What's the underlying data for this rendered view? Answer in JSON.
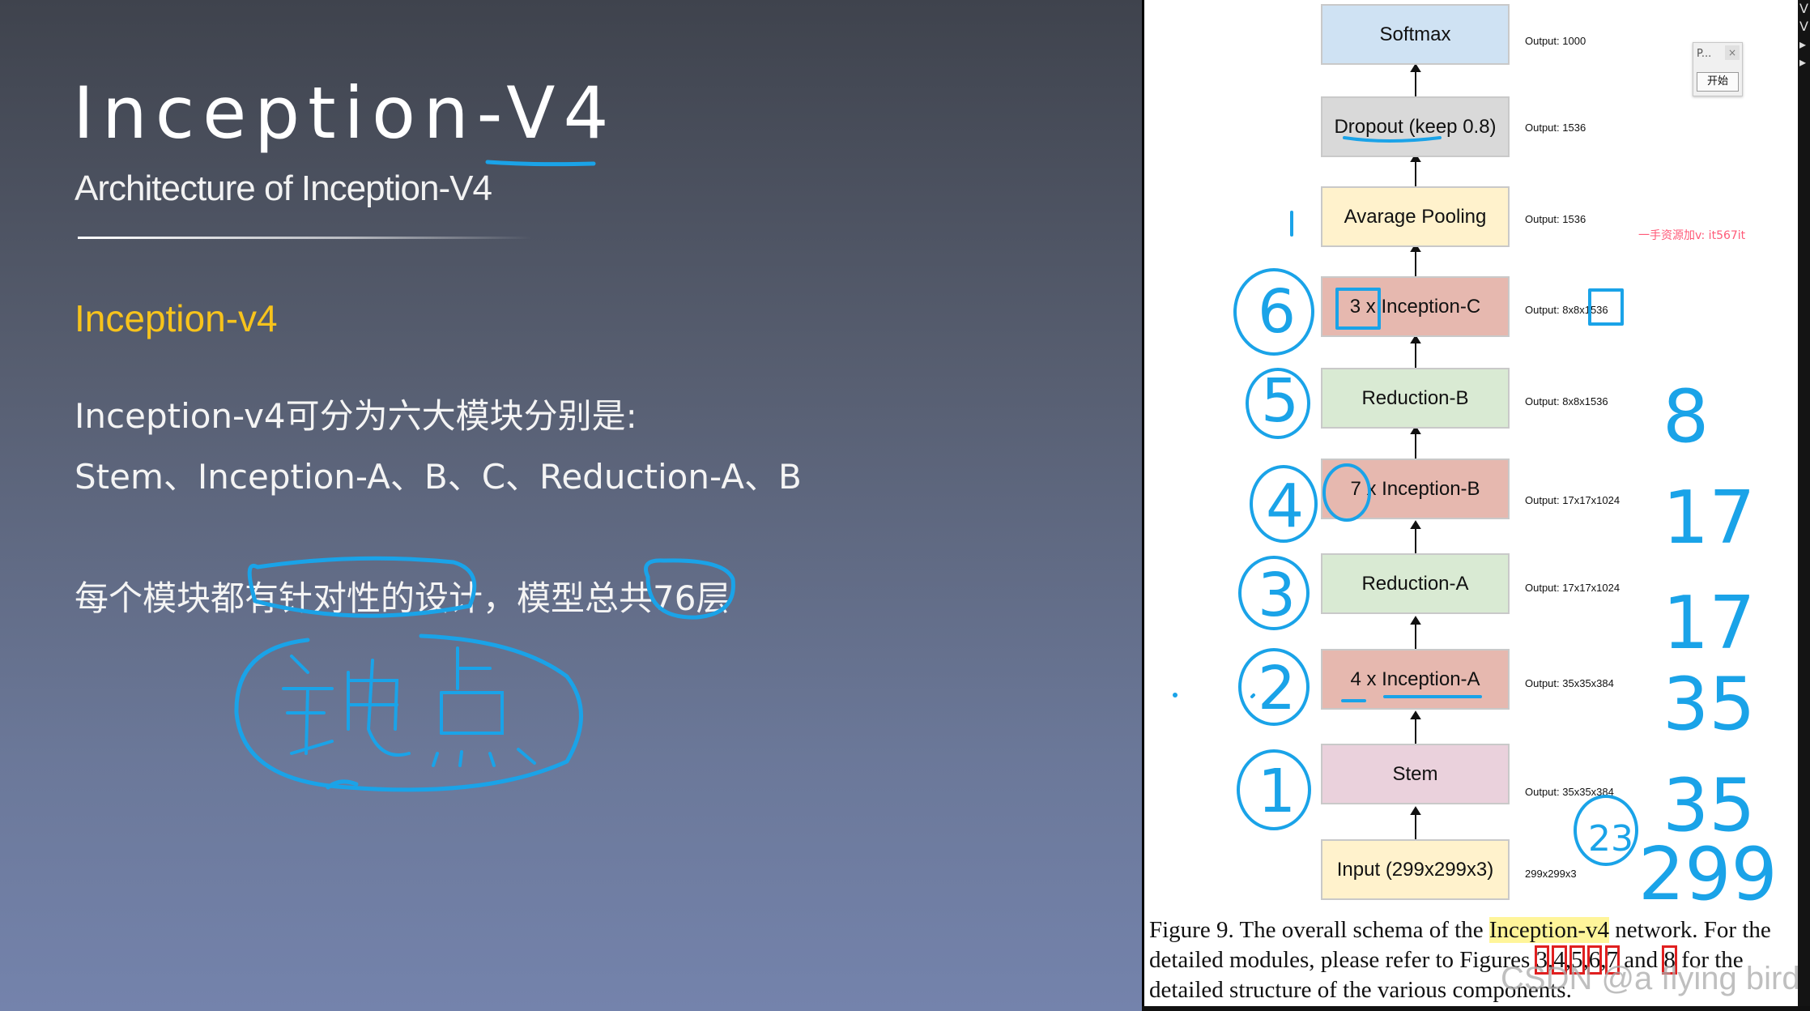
{
  "slide": {
    "title": "Inception-V4",
    "subtitle": "Architecture of Inception-V4",
    "heading": "Inception-v4",
    "line1": "Inception-v4可分为六大模块分别是:",
    "line2": "Stem、Inception-A、B、C、Reduction-A、B",
    "line3": "每个模块都有针对性的设计，模型总共76层",
    "handwritten_note": "缺点"
  },
  "figure": {
    "nodes": [
      {
        "label": "Softmax",
        "output": "Output: 1000",
        "color": "#cfe2f3"
      },
      {
        "label": "Dropout (keep 0.8)",
        "output": "Output: 1536",
        "color": "#d9d9d9"
      },
      {
        "label": "Avarage Pooling",
        "output": "Output: 1536",
        "color": "#fff2cc"
      },
      {
        "label": "3 x Inception-C",
        "output": "Output: 8x8x1536",
        "color": "#e6b8af"
      },
      {
        "label": "Reduction-B",
        "output": "Output: 8x8x1536",
        "color": "#d9ead3"
      },
      {
        "label": "7 x Inception-B",
        "output": "Output: 17x17x1024",
        "color": "#e6b8af"
      },
      {
        "label": "Reduction-A",
        "output": "Output: 17x17x1024",
        "color": "#d9ead3"
      },
      {
        "label": "4 x Inception-A",
        "output": "Output: 35x35x384",
        "color": "#e6b8af"
      },
      {
        "label": "Stem",
        "output": "Output: 35x35x384",
        "color": "#ead1dc"
      },
      {
        "label": "Input (299x299x3)",
        "output": "299x299x3",
        "color": "#fff2cc"
      }
    ],
    "caption": {
      "part1": "Figure 9. The overall schema of the ",
      "highlight": "Inception-v4",
      "part2": " network. For the detailed modules, please refer to Figures ",
      "refs": [
        "3",
        "4",
        "5",
        "6",
        "7"
      ],
      "and": "and",
      "last_ref": "8",
      "part3": " for the detailed structure of the various components."
    },
    "annotations": {
      "module_numbers": [
        "6",
        "5",
        "4",
        "3",
        "2",
        "1"
      ],
      "sizes": [
        "8",
        "17",
        "17",
        "35",
        "35",
        "299"
      ],
      "extra": "23"
    }
  },
  "watermark": "一手资源加v: it567it",
  "csdn_watermark": "CSDN @a flying bird",
  "mini_window": {
    "title": "P...",
    "close": "×",
    "button": "开始"
  },
  "edge_chars": "V\nV\n▸\n▸"
}
